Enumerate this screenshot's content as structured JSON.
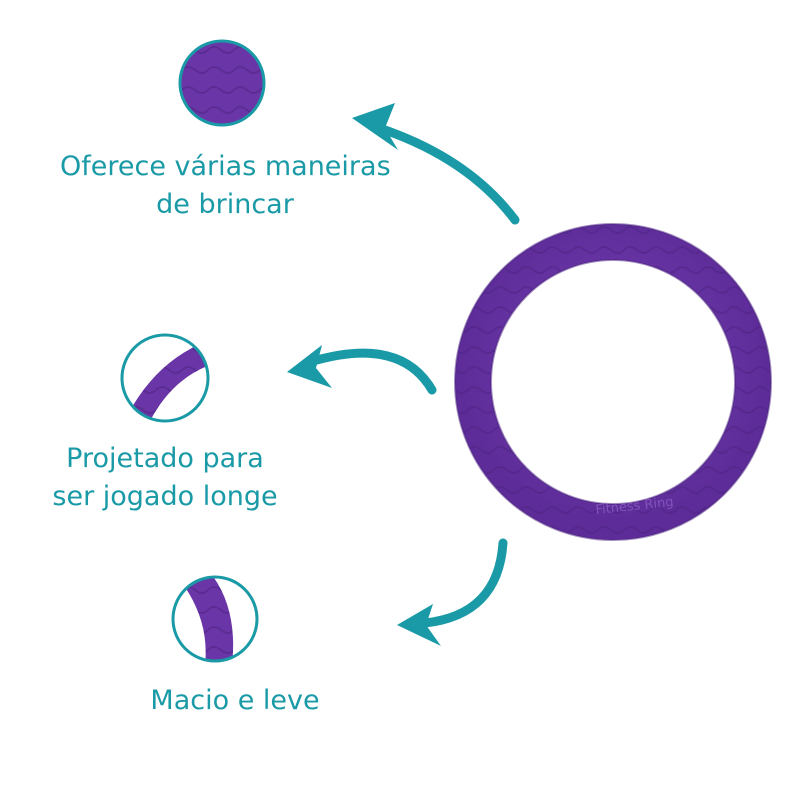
{
  "features": [
    {
      "line1": "Oferece várias maneiras",
      "line2": "de brincar"
    },
    {
      "line1": "Projetado para",
      "line2": "ser jogado longe"
    },
    {
      "line1": "Macio e leve",
      "line2": ""
    }
  ],
  "product": {
    "embossed_text": "Fitness Ring"
  },
  "colors": {
    "accent": "#1a9aa6",
    "ring": "#6a35a6",
    "ring_dark": "#55288a",
    "circle_border": "#1a9aa6"
  },
  "icons": [
    "arrow-icon",
    "ring-detail-icon"
  ]
}
